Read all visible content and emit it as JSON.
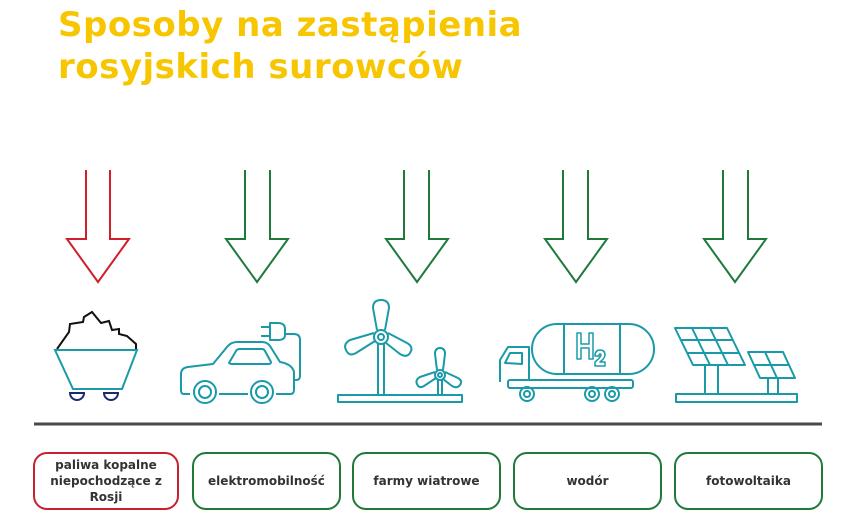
{
  "title": {
    "line1": "Sposoby na zastąpienia",
    "line2": "rosyjskich surowców",
    "color": "#F7C600"
  },
  "colors": {
    "arrow_red": "#D01F2A",
    "arrow_green": "#1F7A3A",
    "icon_teal": "#1A9AA8",
    "icon_navy": "#1B2A6E",
    "divider": "#4A4A4A",
    "label_text": "#333333"
  },
  "items": [
    {
      "label": "paliwa kopalne niepochodzące z Rosji",
      "label_line1": "paliwa kopalne",
      "label_line2": "niepochodzące z Rosji",
      "icon": "coal-cart-icon",
      "arrow_color": "red"
    },
    {
      "label": "elektromobilność",
      "icon": "electric-car-icon",
      "arrow_color": "green"
    },
    {
      "label": "farmy wiatrowe",
      "icon": "wind-turbine-icon",
      "arrow_color": "green"
    },
    {
      "label": "wodór",
      "icon": "hydrogen-truck-icon",
      "icon_text": "H2",
      "arrow_color": "green"
    },
    {
      "label": "fotowoltaika",
      "icon": "solar-panel-icon",
      "arrow_color": "green"
    }
  ]
}
